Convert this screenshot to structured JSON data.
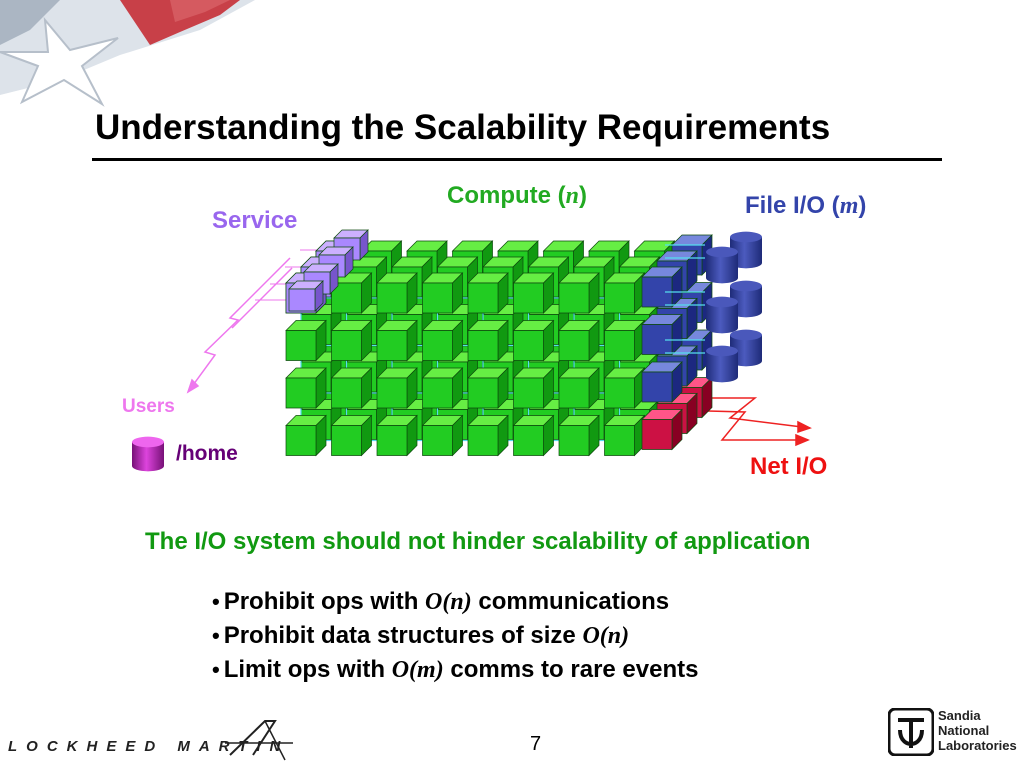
{
  "slide": {
    "title": "Understanding the Scalability Requirements",
    "page_number": "7"
  },
  "diagram": {
    "compute_label": "Compute (",
    "compute_var": "n",
    "compute_close": ")",
    "fileio_label": "File I/O (",
    "fileio_var": "m",
    "fileio_close": ")",
    "service_label": "Service",
    "users_label": "Users",
    "home_label": "/home",
    "netio_label": "Net I/O"
  },
  "statement": "The I/O system should not hinder scalability of application",
  "bullets": [
    {
      "pre": "Prohibit ops with ",
      "math": "O(n)",
      "post": " communications"
    },
    {
      "pre": "Prohibit data structures of size ",
      "math": "O(n)",
      "post": ""
    },
    {
      "pre": "Limit ops with ",
      "math": "O(m)",
      "post": " comms to rare events"
    }
  ],
  "footer": {
    "left_logo_text": "LOCKHEED MARTIN",
    "right_logo_text": [
      "Sandia",
      "National",
      "Laboratories"
    ]
  },
  "colors": {
    "compute": "#22aa22",
    "fileio": "#3344aa",
    "service": "#9966ee",
    "users": "#ee77ee",
    "home": "#660077",
    "netio": "#ee1111",
    "statement": "#119911"
  }
}
